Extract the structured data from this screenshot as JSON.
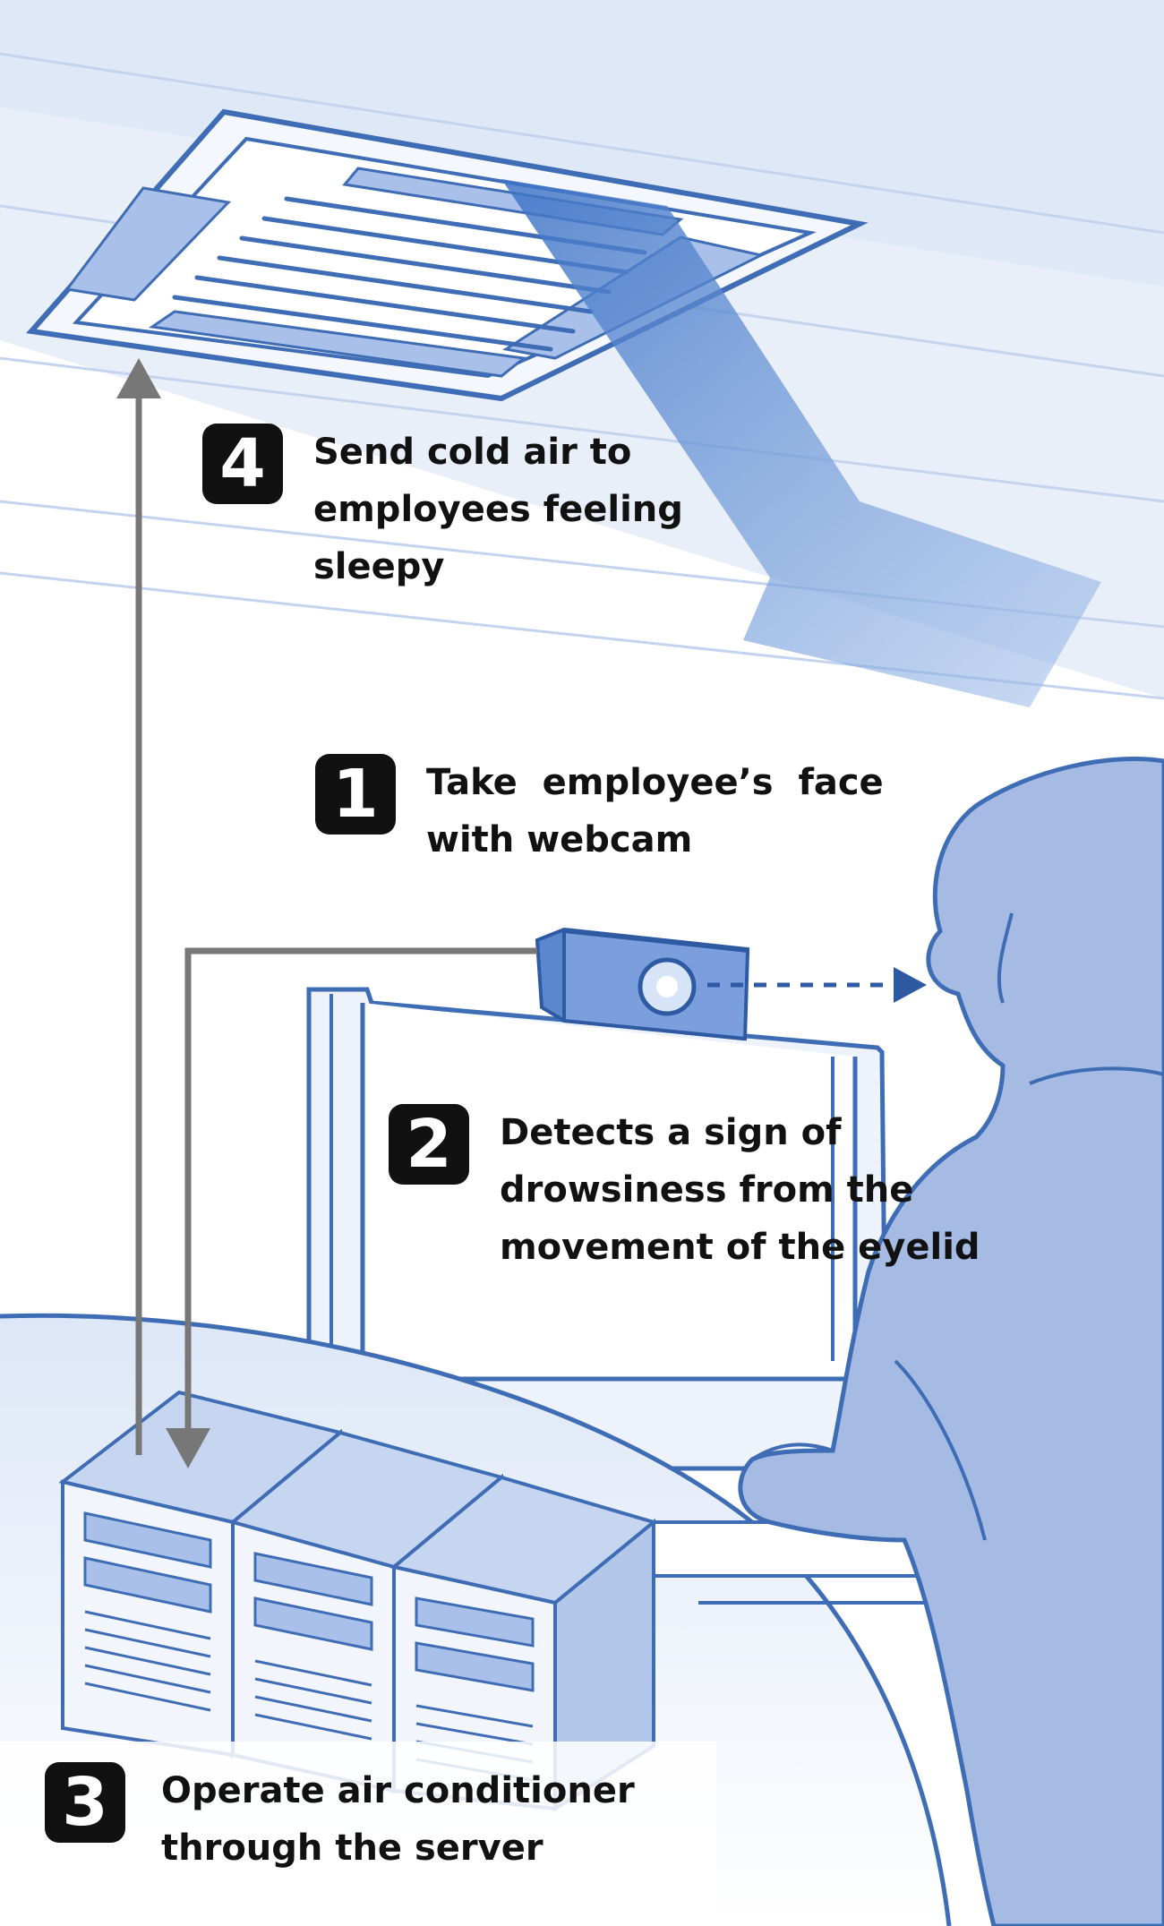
{
  "steps": [
    {
      "number": "4",
      "lines": [
        "Send cold air to",
        "employees feeling",
        "sleepy"
      ]
    },
    {
      "number": "1",
      "lines": [
        "Take  employee’s  face",
        "with webcam"
      ]
    },
    {
      "number": "2",
      "lines": [
        "Detects a sign of",
        "drowsiness from the",
        "movement of the eyelid"
      ]
    },
    {
      "number": "3",
      "lines": [
        "Operate air conditioner",
        "through the server"
      ]
    }
  ],
  "colors": {
    "ceiling": "#e6eef9",
    "line_blue": "#3f6db5",
    "panel_blue": "#a9c1ea",
    "person_blue": "#a6bbe3",
    "arrow_grey": "#777777",
    "badge_black": "#111111"
  }
}
